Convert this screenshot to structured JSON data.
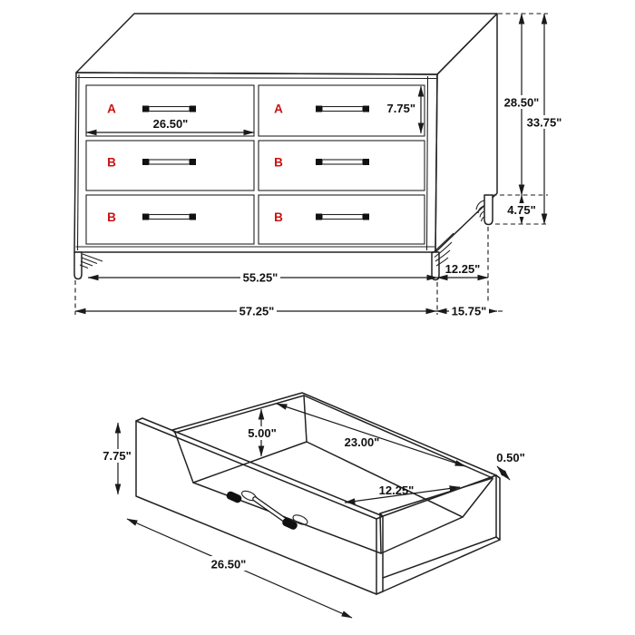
{
  "colors": {
    "line": "#222222",
    "label_red": "#cc1111",
    "text": "#111111",
    "background": "#ffffff"
  },
  "dresser": {
    "drawer_labels": [
      "A",
      "A",
      "B",
      "B",
      "B",
      "B"
    ],
    "dims": {
      "drawer_width": "26.50\"",
      "drawer_height": "7.75\"",
      "case_height": "28.50\"",
      "total_height": "33.75\"",
      "leg_height": "4.75\"",
      "front_leg_span": "55.25\"",
      "side_leg_span": "12.25\"",
      "total_width": "57.25\"",
      "total_depth": "15.75\""
    }
  },
  "drawer": {
    "dims": {
      "front_height": "7.75\"",
      "inner_height": "5.00\"",
      "inner_width": "23.00\"",
      "inner_depth": "12.25\"",
      "panel_thickness": "0.50\"",
      "front_width": "26.50\""
    }
  }
}
